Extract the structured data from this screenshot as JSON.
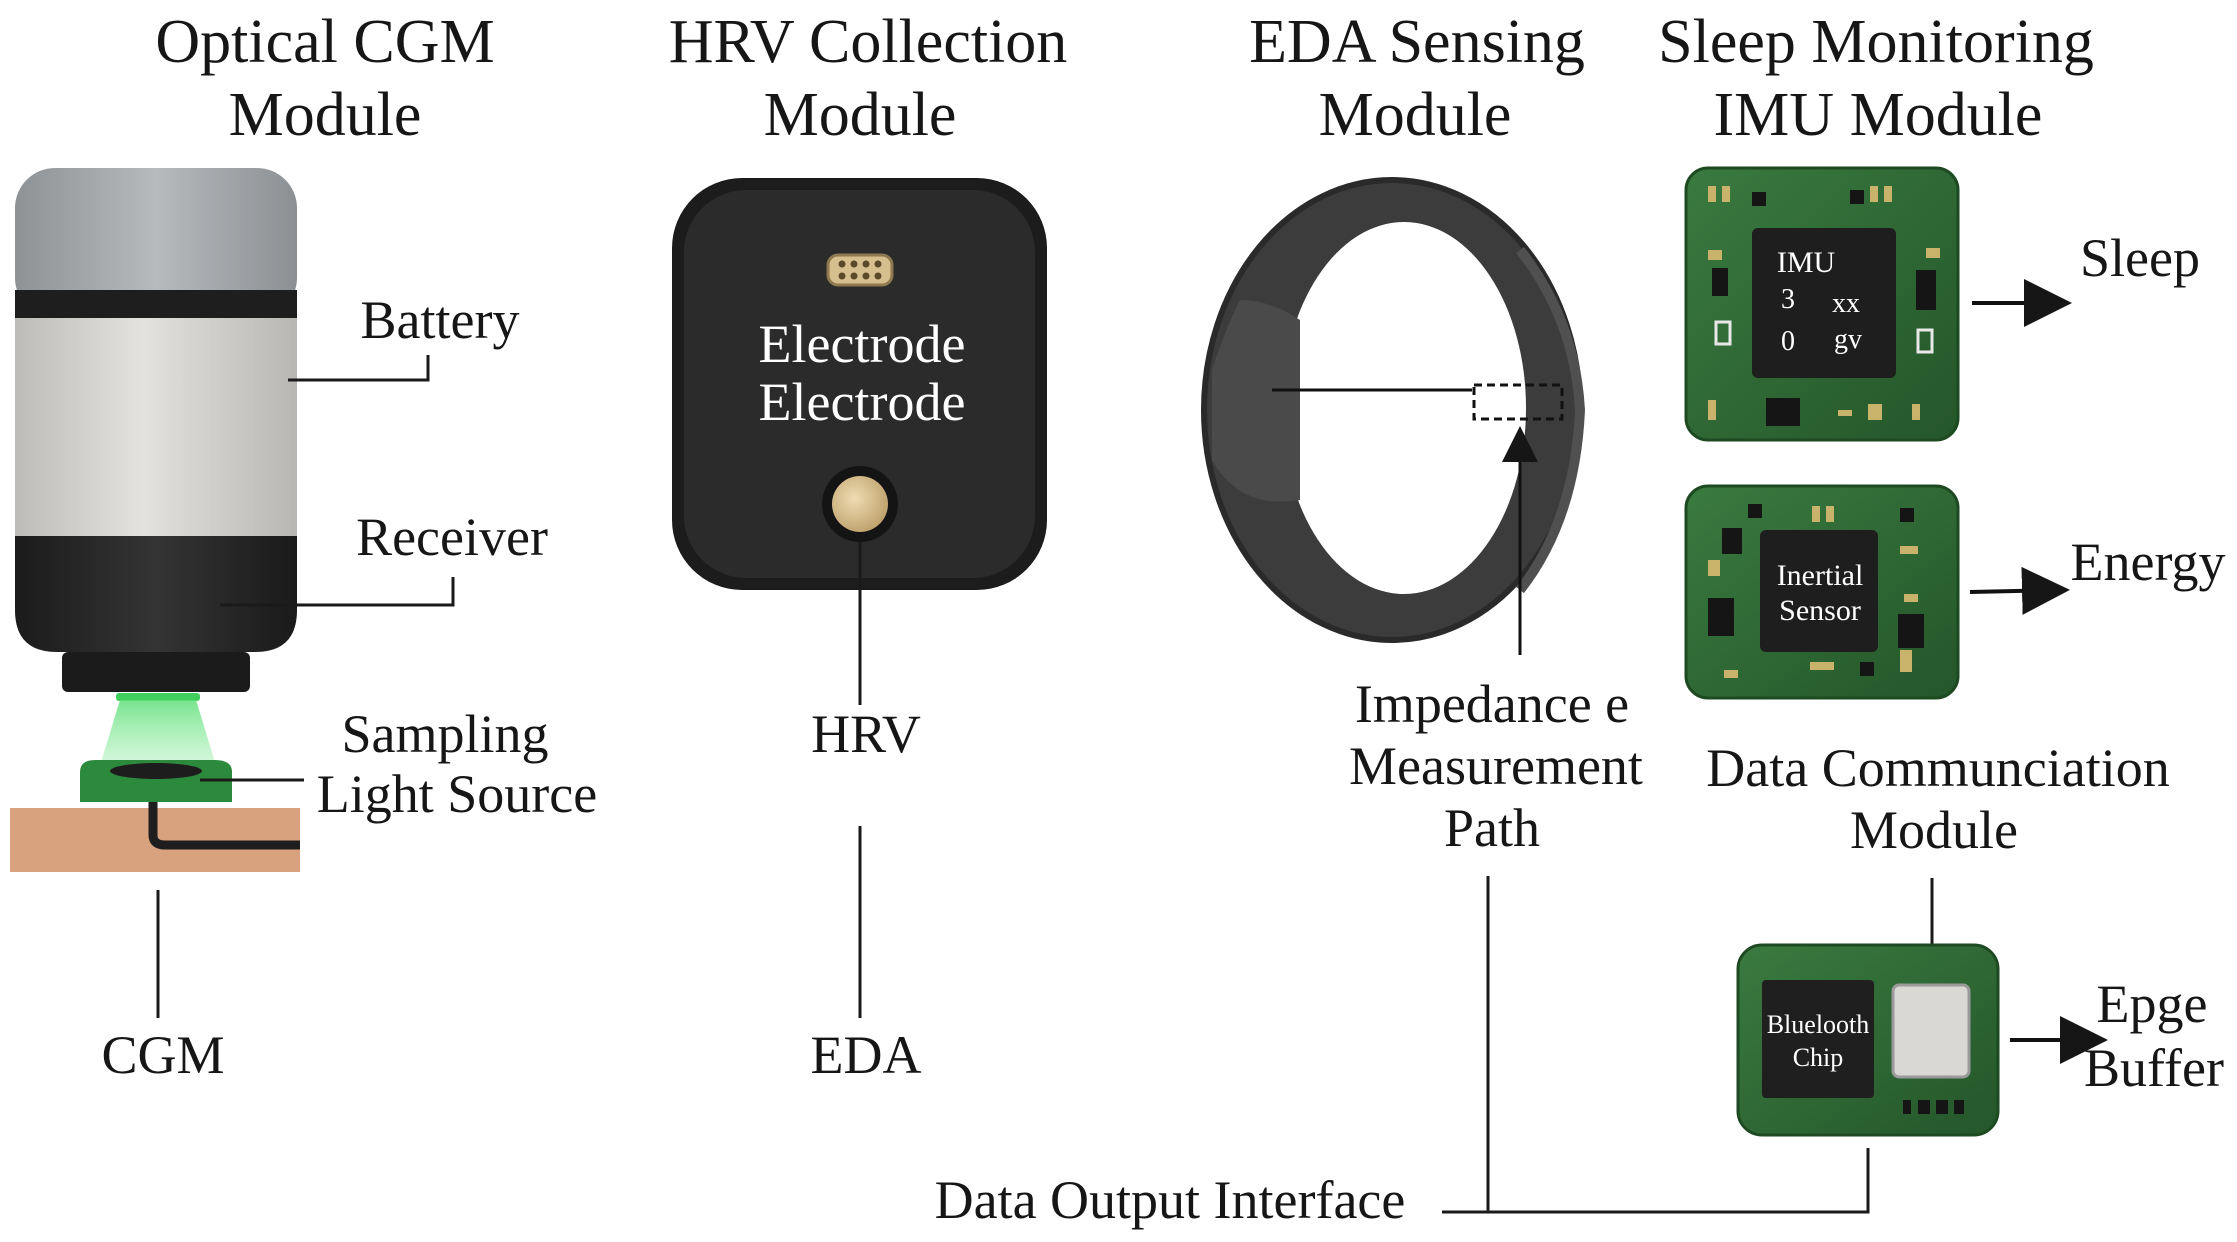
{
  "modules": {
    "cgm": {
      "title_line1": "Optical CGM",
      "title_line2": "Module",
      "battery": "Battery",
      "receiver": "Receiver",
      "sampling_line1": "Sampling",
      "sampling_line2": "Light Source",
      "output": "CGM"
    },
    "hrv": {
      "title_line1": "HRV Collection",
      "title_line2": "Module",
      "electrode_line1": "Electrode",
      "electrode_line2": "Electrode",
      "output_hrv": "HRV",
      "output_eda": "EDA"
    },
    "eda": {
      "title_line1": "EDA Sensing",
      "title_line2": "Module",
      "impedance_line1": "Impedance e",
      "impedance_line2": "Measurement",
      "impedance_line3": "Path"
    },
    "imu": {
      "title_line1": "Sleep Monitoring",
      "title_line2": "IMU Module",
      "chip1_line1": "IMU",
      "chip1_line2a": "3",
      "chip1_line2b": "xx",
      "chip1_line3a": "0",
      "chip1_line3b": "gv",
      "sleep": "Sleep",
      "chip2_line1": "Inertial",
      "chip2_line2": "Sensor",
      "energy": "Energy"
    },
    "comm": {
      "title_line1": "Data Communciation",
      "title_line2": "Module",
      "chip_line1": "Bluelooth",
      "chip_line2": "Chip",
      "buffer_line1": "Epge",
      "buffer_line2": "Buffer"
    },
    "output_interface": "Data Output Interface"
  },
  "colors": {
    "pcb_green": "#2f6b35",
    "device_black": "#2a2a2a",
    "battery_gray": "#a7aaad",
    "body_light": "#d6d4d0",
    "skin": "#d9a27e",
    "led_green": "#3fcf5a",
    "electrode_gold": "#d6bf8e"
  }
}
